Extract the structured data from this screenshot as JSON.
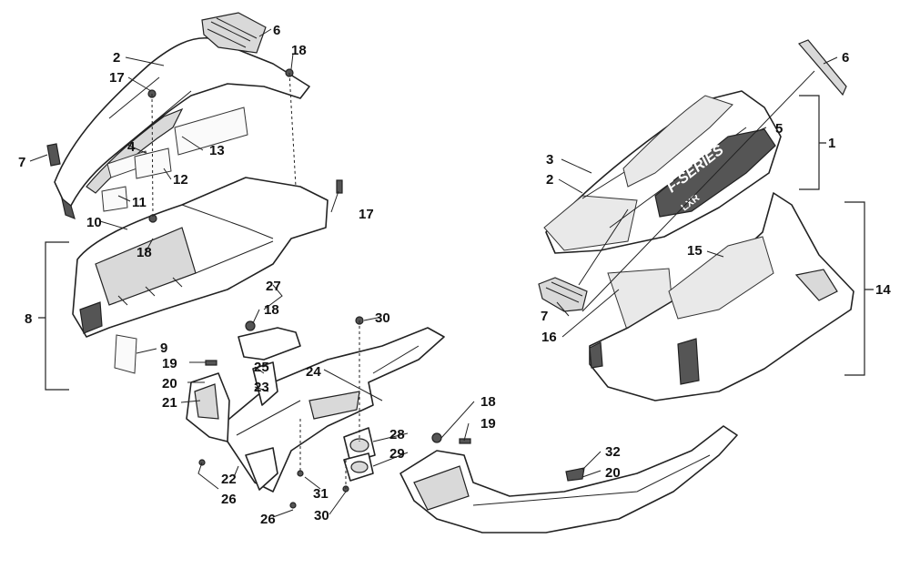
{
  "callouts": [
    {
      "id": "c1",
      "label": "1"
    },
    {
      "id": "c2a",
      "label": "2"
    },
    {
      "id": "c2b",
      "label": "2"
    },
    {
      "id": "c3",
      "label": "3"
    },
    {
      "id": "c4",
      "label": "4"
    },
    {
      "id": "c5",
      "label": "5"
    },
    {
      "id": "c6a",
      "label": "6"
    },
    {
      "id": "c6b",
      "label": "6"
    },
    {
      "id": "c7a",
      "label": "7"
    },
    {
      "id": "c7b",
      "label": "7"
    },
    {
      "id": "c8",
      "label": "8"
    },
    {
      "id": "c9",
      "label": "9"
    },
    {
      "id": "c10",
      "label": "10"
    },
    {
      "id": "c11",
      "label": "11"
    },
    {
      "id": "c12",
      "label": "12"
    },
    {
      "id": "c13",
      "label": "13"
    },
    {
      "id": "c14",
      "label": "14"
    },
    {
      "id": "c15",
      "label": "15"
    },
    {
      "id": "c16",
      "label": "16"
    },
    {
      "id": "c17a",
      "label": "17"
    },
    {
      "id": "c17b",
      "label": "17"
    },
    {
      "id": "c18a",
      "label": "18"
    },
    {
      "id": "c18b",
      "label": "18"
    },
    {
      "id": "c18c",
      "label": "18"
    },
    {
      "id": "c18d",
      "label": "18"
    },
    {
      "id": "c19a",
      "label": "19"
    },
    {
      "id": "c19b",
      "label": "19"
    },
    {
      "id": "c20a",
      "label": "20"
    },
    {
      "id": "c20b",
      "label": "20"
    },
    {
      "id": "c21",
      "label": "21"
    },
    {
      "id": "c22",
      "label": "22"
    },
    {
      "id": "c23",
      "label": "23"
    },
    {
      "id": "c24",
      "label": "24"
    },
    {
      "id": "c25",
      "label": "25"
    },
    {
      "id": "c26a",
      "label": "26"
    },
    {
      "id": "c26b",
      "label": "26"
    },
    {
      "id": "c27",
      "label": "27"
    },
    {
      "id": "c28",
      "label": "28"
    },
    {
      "id": "c29",
      "label": "29"
    },
    {
      "id": "c30a",
      "label": "30"
    },
    {
      "id": "c30b",
      "label": "30"
    },
    {
      "id": "c31",
      "label": "31"
    },
    {
      "id": "c32",
      "label": "32"
    }
  ],
  "decal": {
    "line1": "F-SERIES",
    "line2": "LXR"
  }
}
